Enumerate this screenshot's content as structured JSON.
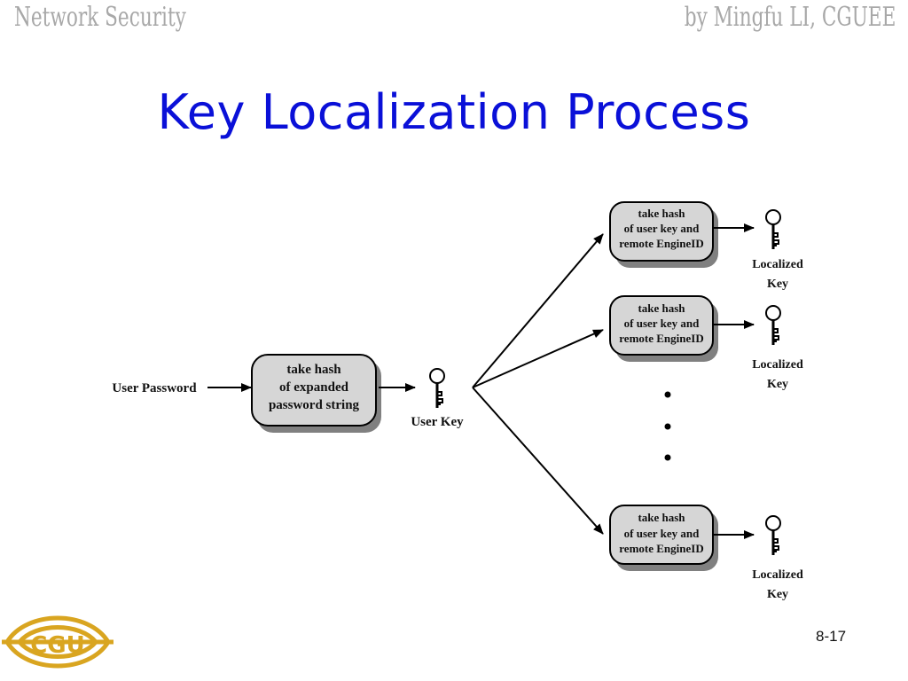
{
  "header": {
    "left": "Network Security",
    "right": "by Mingfu LI, CGUEE"
  },
  "title": "Key Localization Process",
  "diagram": {
    "input_label": "User Password",
    "hash1": [
      "take hash",
      "of expanded",
      "password string"
    ],
    "user_key_label": "User Key",
    "hash_remote": [
      "take hash",
      "of user key and",
      "remote EngineID"
    ],
    "localized_key_label": [
      "Localized",
      "Key"
    ]
  },
  "page_number": "8-17",
  "logo": {
    "text": "CGU",
    "color": "#d9a520"
  }
}
